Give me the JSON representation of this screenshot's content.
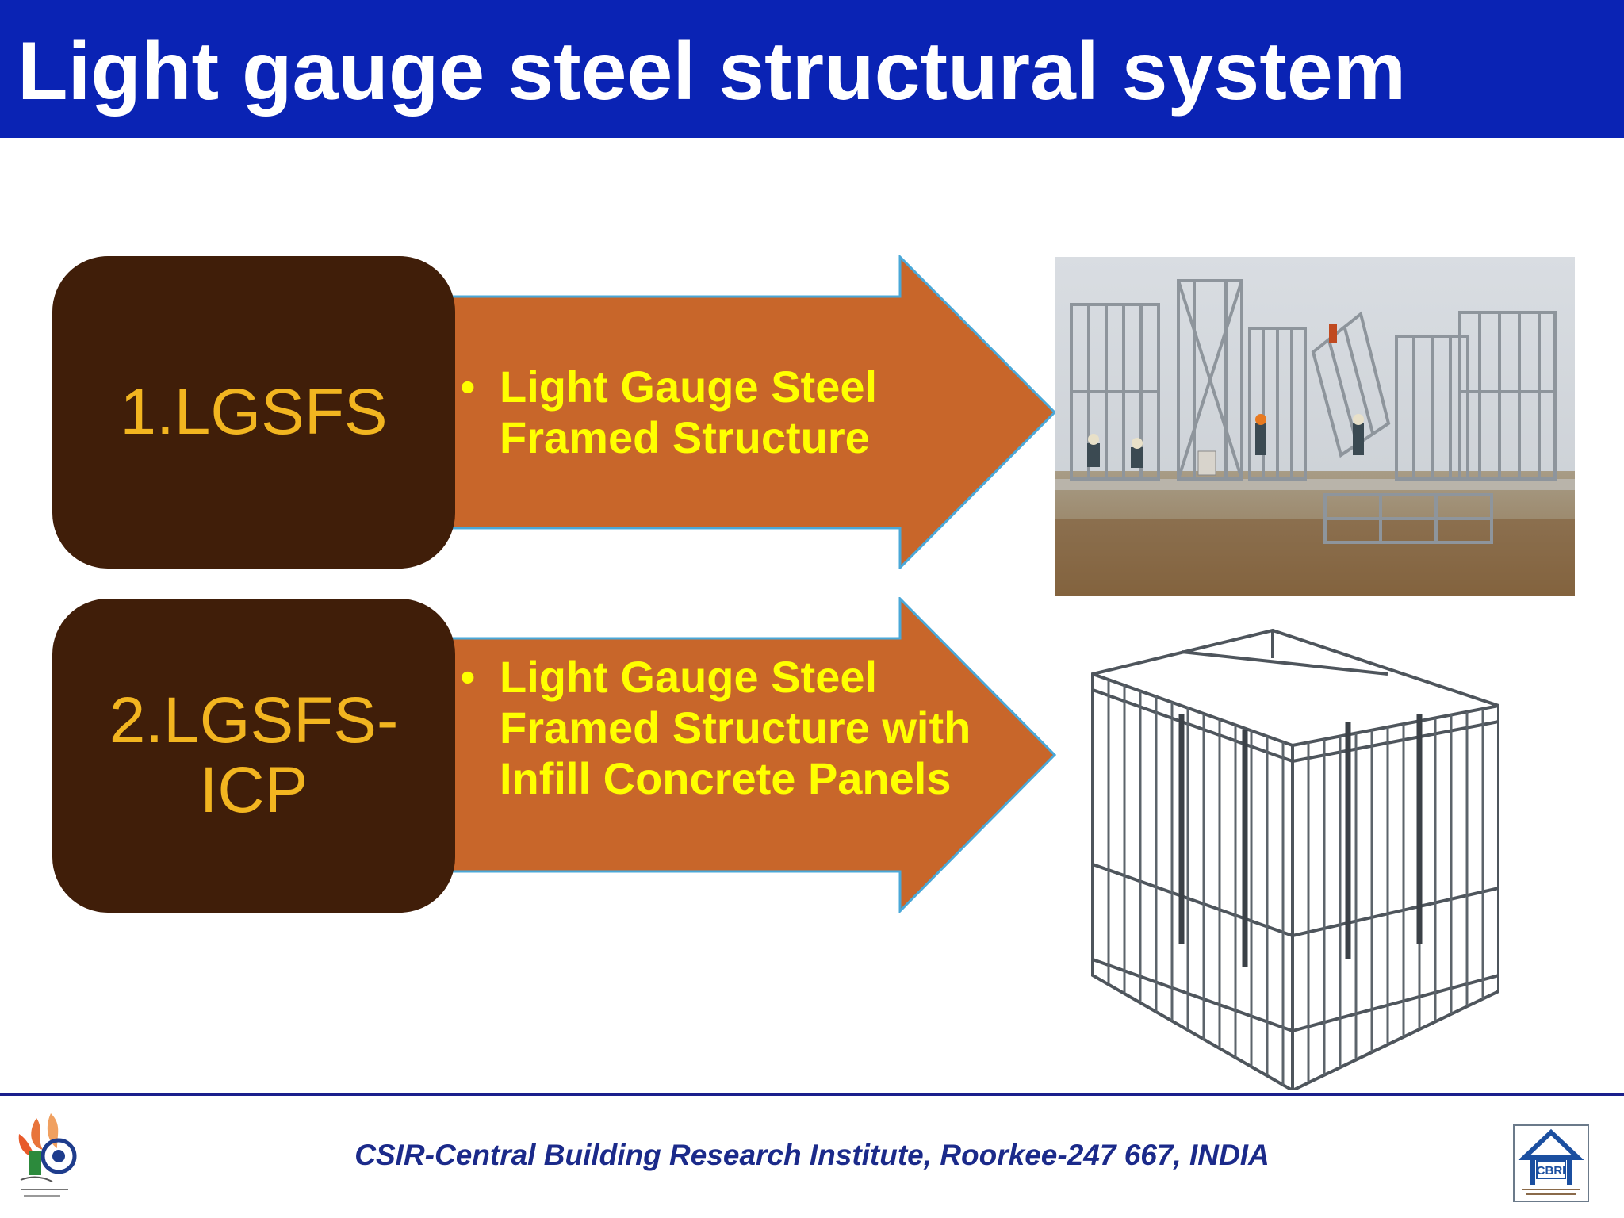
{
  "slide": {
    "title": "Light gauge steel structural system",
    "items": [
      {
        "label": "1.LGSFS",
        "bullet": "Light Gauge Steel Framed Structure"
      },
      {
        "label": "2.LGSFS-ICP",
        "bullet": "Light Gauge Steel Framed Structure with Infill Concrete Panels"
      }
    ],
    "images": [
      {
        "name": "construction-site-photo"
      },
      {
        "name": "steel-frame-3d-model"
      }
    ]
  },
  "footer": {
    "text": "CSIR-Central Building Research Institute, Roorkee-247 667, INDIA",
    "logos": [
      {
        "name": "csir-75-years-logo"
      },
      {
        "name": "cbri-logo",
        "text": "CBRI"
      }
    ]
  },
  "colors": {
    "title_bar": "#0a23b4",
    "label_box": "#401e09",
    "label_text": "#f2b520",
    "arrow_fill": "#c8662a",
    "arrow_border": "#4aa8d8",
    "bullet_text": "#ffff00",
    "footer_text": "#1b2a8a"
  }
}
